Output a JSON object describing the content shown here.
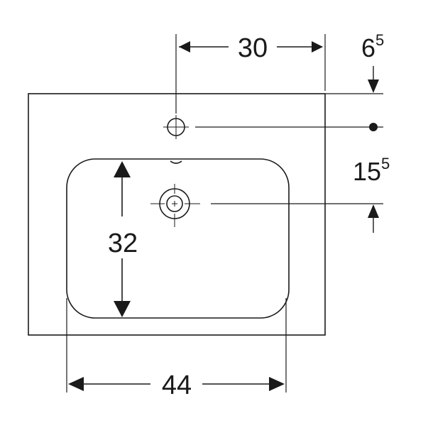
{
  "colors": {
    "line": "#1a1a1a",
    "background": "#ffffff"
  },
  "dimensions": {
    "tap_hole_offset": {
      "value": "30"
    },
    "top_edge_offset": {
      "base": "6",
      "sup": "5"
    },
    "drain_offset": {
      "base": "15",
      "sup": "5"
    },
    "bowl_depth": {
      "value": "32"
    },
    "bowl_width": {
      "value": "44"
    }
  }
}
